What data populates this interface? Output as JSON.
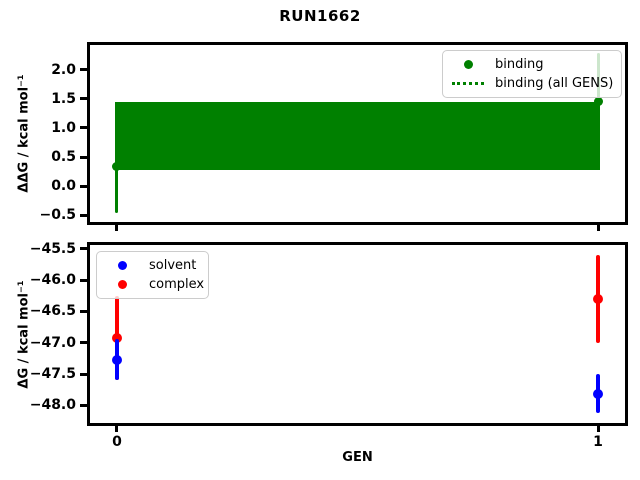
{
  "title": "RUN1662",
  "colors": {
    "binding_green": "#008000",
    "solvent_blue": "#0000ff",
    "complex_red": "#ff0000"
  },
  "chart_data": [
    {
      "type": "scatter",
      "subplot": "binding free energy per GEN",
      "ylabel": "ΔΔG / kcal mol⁻¹",
      "xlabel": "",
      "ylim": [
        -0.62,
        2.43
      ],
      "xlim": [
        -0.056,
        1.056
      ],
      "grid": false,
      "yticks": [
        {
          "v": 2.0,
          "label": "2.0"
        },
        {
          "v": 1.5,
          "label": "1.5"
        },
        {
          "v": 1.0,
          "label": "1.0"
        },
        {
          "v": 0.5,
          "label": "0.5"
        },
        {
          "v": 0.0,
          "label": "0.0"
        },
        {
          "v": -0.5,
          "label": "−0.5"
        }
      ],
      "xticks": [
        {
          "v": 0,
          "label": ""
        },
        {
          "v": 1,
          "label": ""
        }
      ],
      "series": [
        {
          "name": "binding",
          "color": "#008000",
          "marker": "circle",
          "points": [
            {
              "x": 0,
              "y": 0.33,
              "yerr": 0.8
            },
            {
              "x": 1,
              "y": 1.45,
              "yerr": 0.85
            }
          ]
        }
      ],
      "band": {
        "name": "binding (all GENS)",
        "color": "#008000",
        "x": [
          0,
          1
        ],
        "y_lo": 0.28,
        "y_hi": 1.45,
        "center_style": "dotted"
      },
      "legend": {
        "position": "upper-right",
        "items": [
          {
            "label": "binding",
            "handle": "dot",
            "color": "#008000"
          },
          {
            "label": "binding (all GENS)",
            "handle": "dotted-line",
            "color": "#008000"
          }
        ]
      }
    },
    {
      "type": "scatter",
      "subplot": "solvent and complex free energy per GEN",
      "ylabel": "ΔG / kcal mol⁻¹",
      "xlabel": "GEN",
      "ylim": [
        -48.28,
        -45.44
      ],
      "xlim": [
        -0.056,
        1.056
      ],
      "grid": false,
      "yticks": [
        {
          "v": -45.5,
          "label": "−45.5"
        },
        {
          "v": -46.0,
          "label": "−46.0"
        },
        {
          "v": -46.5,
          "label": "−46.5"
        },
        {
          "v": -47.0,
          "label": "−47.0"
        },
        {
          "v": -47.5,
          "label": "−47.5"
        },
        {
          "v": -48.0,
          "label": "−48.0"
        }
      ],
      "xticks": [
        {
          "v": 0,
          "label": "0"
        },
        {
          "v": 1,
          "label": "1"
        }
      ],
      "series": [
        {
          "name": "complex",
          "color": "#ff0000",
          "marker": "circle",
          "points": [
            {
              "x": 0,
              "y": -46.92,
              "yerr": 0.67
            },
            {
              "x": 1,
              "y": -46.3,
              "yerr": 0.7
            }
          ]
        },
        {
          "name": "solvent",
          "color": "#0000ff",
          "marker": "circle",
          "points": [
            {
              "x": 0,
              "y": -47.27,
              "yerr": 0.33
            },
            {
              "x": 1,
              "y": -47.81,
              "yerr": 0.31
            }
          ]
        }
      ],
      "legend": {
        "position": "upper-left",
        "items": [
          {
            "label": "solvent",
            "handle": "dot",
            "color": "#0000ff"
          },
          {
            "label": "complex",
            "handle": "dot",
            "color": "#ff0000"
          }
        ]
      }
    }
  ]
}
